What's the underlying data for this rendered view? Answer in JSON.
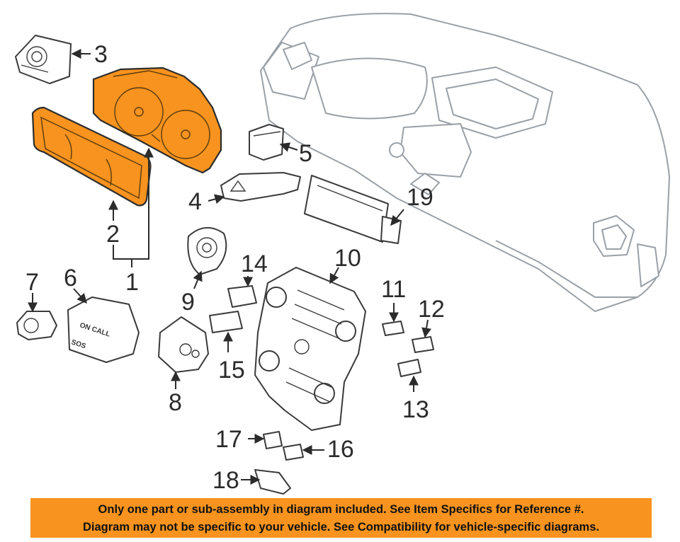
{
  "colors": {
    "highlight": "#f7931e",
    "dashboard_outline": "#9aa0a6",
    "banner": "#f7931e"
  },
  "callouts": {
    "c1": "1",
    "c2": "2",
    "c3": "3",
    "c4": "4",
    "c5": "5",
    "c6": "6",
    "c7": "7",
    "c8": "8",
    "c9": "9",
    "c10": "10",
    "c11": "11",
    "c12": "12",
    "c13": "13",
    "c14": "14",
    "c15": "15",
    "c16": "16",
    "c17": "17",
    "c18": "18",
    "c19": "19"
  },
  "part_text": {
    "on_call": "ON CALL",
    "sos": "SOS"
  },
  "disclaimer": {
    "line1": "Only one part or sub-assembly in diagram included. See Item Specifics for Reference #.",
    "line2": "Diagram may not be specific to your vehicle. See Compatibility for vehicle-specific diagrams."
  }
}
